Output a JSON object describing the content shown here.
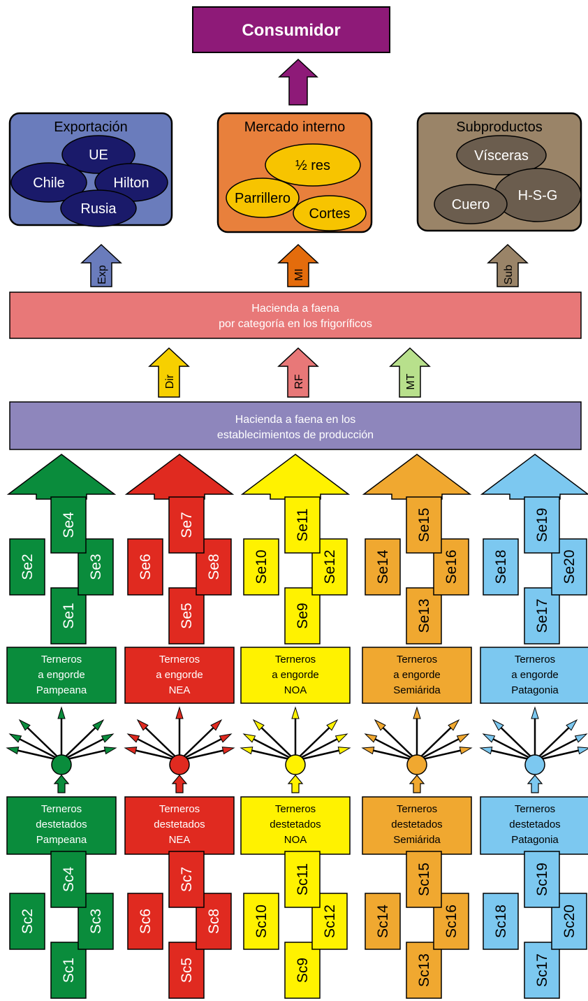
{
  "consumer": {
    "label": "Consumidor",
    "color": "#8e1a78"
  },
  "top_boxes": [
    {
      "id": "export",
      "title": "Exportación",
      "fill": "#6a7cbc",
      "ellipse_fill": "#1a1a6a",
      "ellipse_text_color": "#ffffff",
      "items": [
        "UE",
        "Chile",
        "Hilton",
        "Rusia"
      ]
    },
    {
      "id": "internal",
      "title": "Mercado interno",
      "fill": "#e8803c",
      "ellipse_fill": "#f7c400",
      "ellipse_text_color": "#000000",
      "items": [
        "½ res",
        "Parrillero",
        "Cortes"
      ]
    },
    {
      "id": "byproducts",
      "title": "Subproductos",
      "fill": "#9a8468",
      "ellipse_fill": "#6b5d4e",
      "ellipse_text_color": "#ffffff",
      "items": [
        "Vísceras",
        "H-S-G",
        "Cuero"
      ]
    }
  ],
  "upper_arrows": [
    {
      "label": "Exp",
      "color": "#6a7cbc"
    },
    {
      "label": "MI",
      "color": "#e46c0c"
    },
    {
      "label": "Sub",
      "color": "#9a8468"
    }
  ],
  "slaughter_bar": {
    "line1": "Hacienda a faena",
    "line2": "por categoría en los frigoríficos",
    "color": "#e87878"
  },
  "middle_arrows": [
    {
      "label": "Dir",
      "color": "#f7d000"
    },
    {
      "label": "RF",
      "color": "#e87878"
    },
    {
      "label": "MT",
      "color": "#b8e08c"
    }
  ],
  "production_bar": {
    "line1": "Hacienda a faena en los",
    "line2": "establecimientos de producción",
    "color": "#8e86bc"
  },
  "regions": [
    {
      "name": "Pampeana",
      "color": "#0a8c3c",
      "text_color": "#ffffff",
      "fattening": [
        "Terneros",
        "a engorde",
        "Pampeana"
      ],
      "weaned": [
        "Terneros",
        "destetados",
        "Pampeana"
      ],
      "se": [
        "Se1",
        "Se2",
        "Se3",
        "Se4"
      ],
      "sc": [
        "Sc1",
        "Sc2",
        "Sc3",
        "Sc4"
      ]
    },
    {
      "name": "NEA",
      "color": "#e02a20",
      "text_color": "#ffffff",
      "fattening": [
        "Terneros",
        "a engorde",
        "NEA"
      ],
      "weaned": [
        "Terneros",
        "destetados",
        "NEA"
      ],
      "se": [
        "Se5",
        "Se6",
        "Se8",
        "Se7"
      ],
      "sc": [
        "Sc5",
        "Sc6",
        "Sc8",
        "Sc7"
      ]
    },
    {
      "name": "NOA",
      "color": "#fff200",
      "text_color": "#000000",
      "fattening": [
        "Terneros",
        "a engorde",
        "NOA"
      ],
      "weaned": [
        "Terneros",
        "destetados",
        "NOA"
      ],
      "se": [
        "Se9",
        "Se10",
        "Se12",
        "Se11"
      ],
      "sc": [
        "Sc9",
        "Sc10",
        "Sc12",
        "Sc11"
      ]
    },
    {
      "name": "Semiárida",
      "color": "#f0a830",
      "text_color": "#000000",
      "fattening": [
        "Terneros",
        "a engorde",
        "Semiárida"
      ],
      "weaned": [
        "Terneros",
        "destetados",
        "Semiárida"
      ],
      "se": [
        "Se13",
        "Se14",
        "Se16",
        "Se15"
      ],
      "sc": [
        "Sc13",
        "Sc14",
        "Sc16",
        "Sc15"
      ]
    },
    {
      "name": "Patagonia",
      "color": "#7cc8f0",
      "text_color": "#000000",
      "fattening": [
        "Terneros",
        "a engorde",
        "Patagonia"
      ],
      "weaned": [
        "Terneros",
        "destetados",
        "Patagonia"
      ],
      "se": [
        "Se17",
        "Se18",
        "Se20",
        "Se19"
      ],
      "sc": [
        "Sc17",
        "Sc18",
        "Sc20",
        "Sc19"
      ]
    }
  ]
}
